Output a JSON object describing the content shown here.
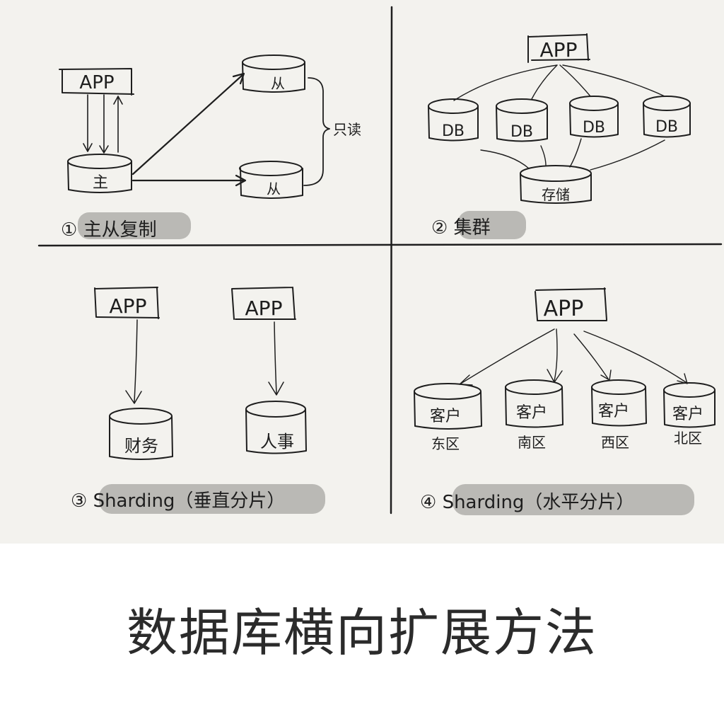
{
  "caption": "数据库横向扩展方法",
  "q1": {
    "app": "APP",
    "master": "主",
    "slave1": "从",
    "slave2": "从",
    "readonly": "只读",
    "title": "① 主从复制"
  },
  "q2": {
    "app": "APP",
    "db1": "DB",
    "db2": "DB",
    "db3": "DB",
    "db4": "DB",
    "storage": "存储",
    "title": "② 集群"
  },
  "q3": {
    "app1": "APP",
    "app2": "APP",
    "db1": "财务",
    "db2": "人事",
    "title": "③ Sharding（垂直分片）"
  },
  "q4": {
    "app": "APP",
    "db1": "客户",
    "db2": "客户",
    "db3": "客户",
    "db4": "客户",
    "region1": "东区",
    "region2": "南区",
    "region3": "西区",
    "region4": "北区",
    "title": "④ Sharding（水平分片）"
  }
}
